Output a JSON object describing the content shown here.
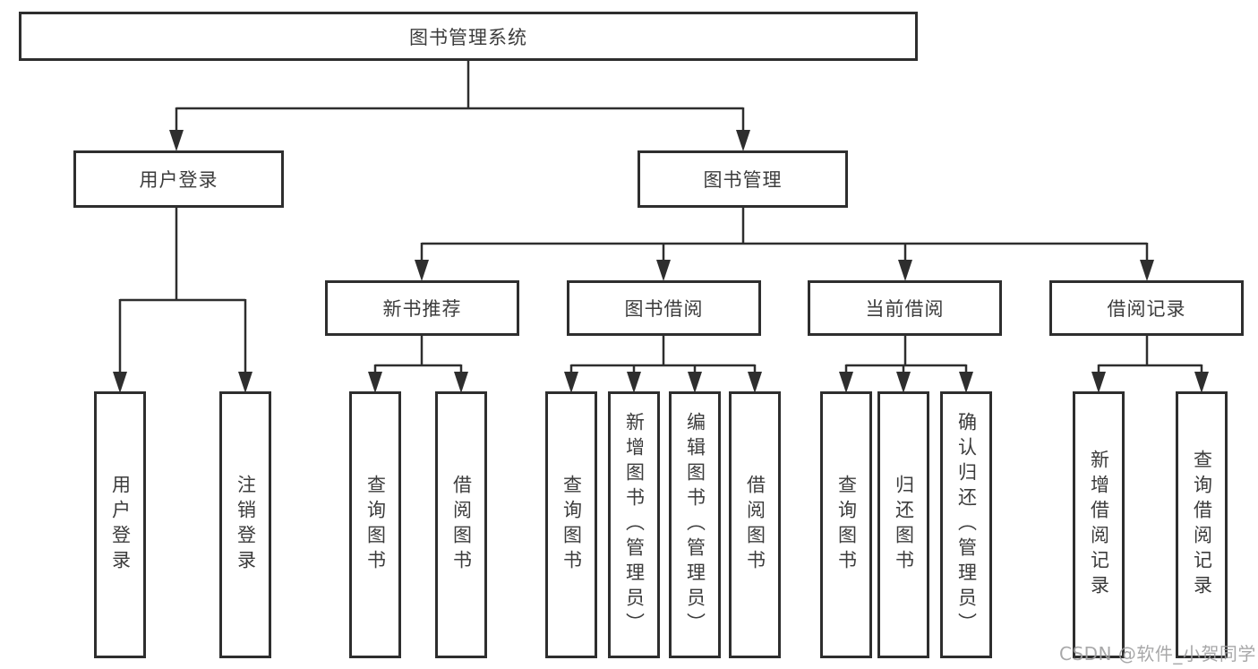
{
  "diagram": {
    "title_node": {
      "label": "图书管理系统"
    },
    "level2": [
      {
        "id": "user-login",
        "label": "用户登录"
      },
      {
        "id": "book-management",
        "label": "图书管理"
      }
    ],
    "level3": [
      {
        "id": "new-book-recommendation",
        "label": "新书推荐",
        "parent": "book-management"
      },
      {
        "id": "book-borrowing",
        "label": "图书借阅",
        "parent": "book-management"
      },
      {
        "id": "current-borrowing",
        "label": "当前借阅",
        "parent": "book-management"
      },
      {
        "id": "borrowing-records",
        "label": "借阅记录",
        "parent": "book-management"
      }
    ],
    "leaves": [
      {
        "parent": "user-login",
        "label": "用户登录"
      },
      {
        "parent": "user-login",
        "label": "注销登录"
      },
      {
        "parent": "new-book-recommendation",
        "label": "查询图书"
      },
      {
        "parent": "new-book-recommendation",
        "label": "借阅图书"
      },
      {
        "parent": "book-borrowing",
        "label": "查询图书"
      },
      {
        "parent": "book-borrowing",
        "label": "新增图书（管理员）"
      },
      {
        "parent": "book-borrowing",
        "label": "编辑图书（管理员）"
      },
      {
        "parent": "book-borrowing",
        "label": "借阅图书"
      },
      {
        "parent": "current-borrowing",
        "label": "查询图书"
      },
      {
        "parent": "current-borrowing",
        "label": "归还图书"
      },
      {
        "parent": "current-borrowing",
        "label": "确认归还（管理员）"
      },
      {
        "parent": "borrowing-records",
        "label": "新增借阅记录"
      },
      {
        "parent": "borrowing-records",
        "label": "查询借阅记录"
      }
    ],
    "colors": {
      "line": "#2e2e2e",
      "box_border": "#2e2e2e",
      "text": "#3c3c3c",
      "background": "#ffffff",
      "watermark": "#9e9ea0"
    }
  },
  "watermark": {
    "text": "CSDN @软件_小贺同学"
  }
}
